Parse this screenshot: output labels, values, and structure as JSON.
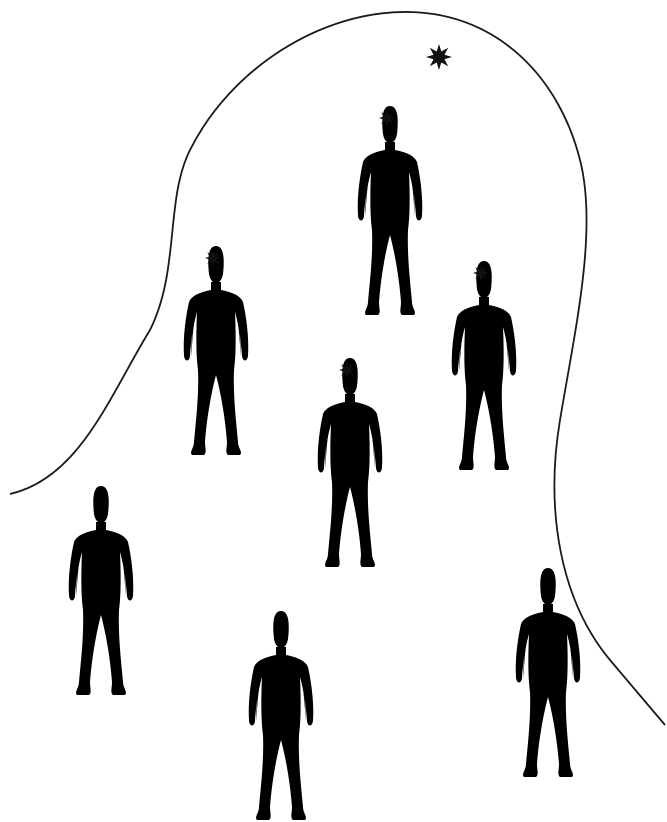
{
  "diagram": {
    "colors": {
      "ink": "#1a1a1a",
      "background": "#ffffff",
      "mark": "#111111"
    },
    "boundary": {
      "shape": "curved-region-outline"
    },
    "source_marker": {
      "icon": "eight-point-star"
    },
    "people": [
      {
        "id": "person-1",
        "marked": true
      },
      {
        "id": "person-2",
        "marked": true
      },
      {
        "id": "person-3",
        "marked": true
      },
      {
        "id": "person-4",
        "marked": true
      },
      {
        "id": "person-5",
        "marked": false
      },
      {
        "id": "person-6",
        "marked": false
      },
      {
        "id": "person-7",
        "marked": false
      }
    ]
  }
}
